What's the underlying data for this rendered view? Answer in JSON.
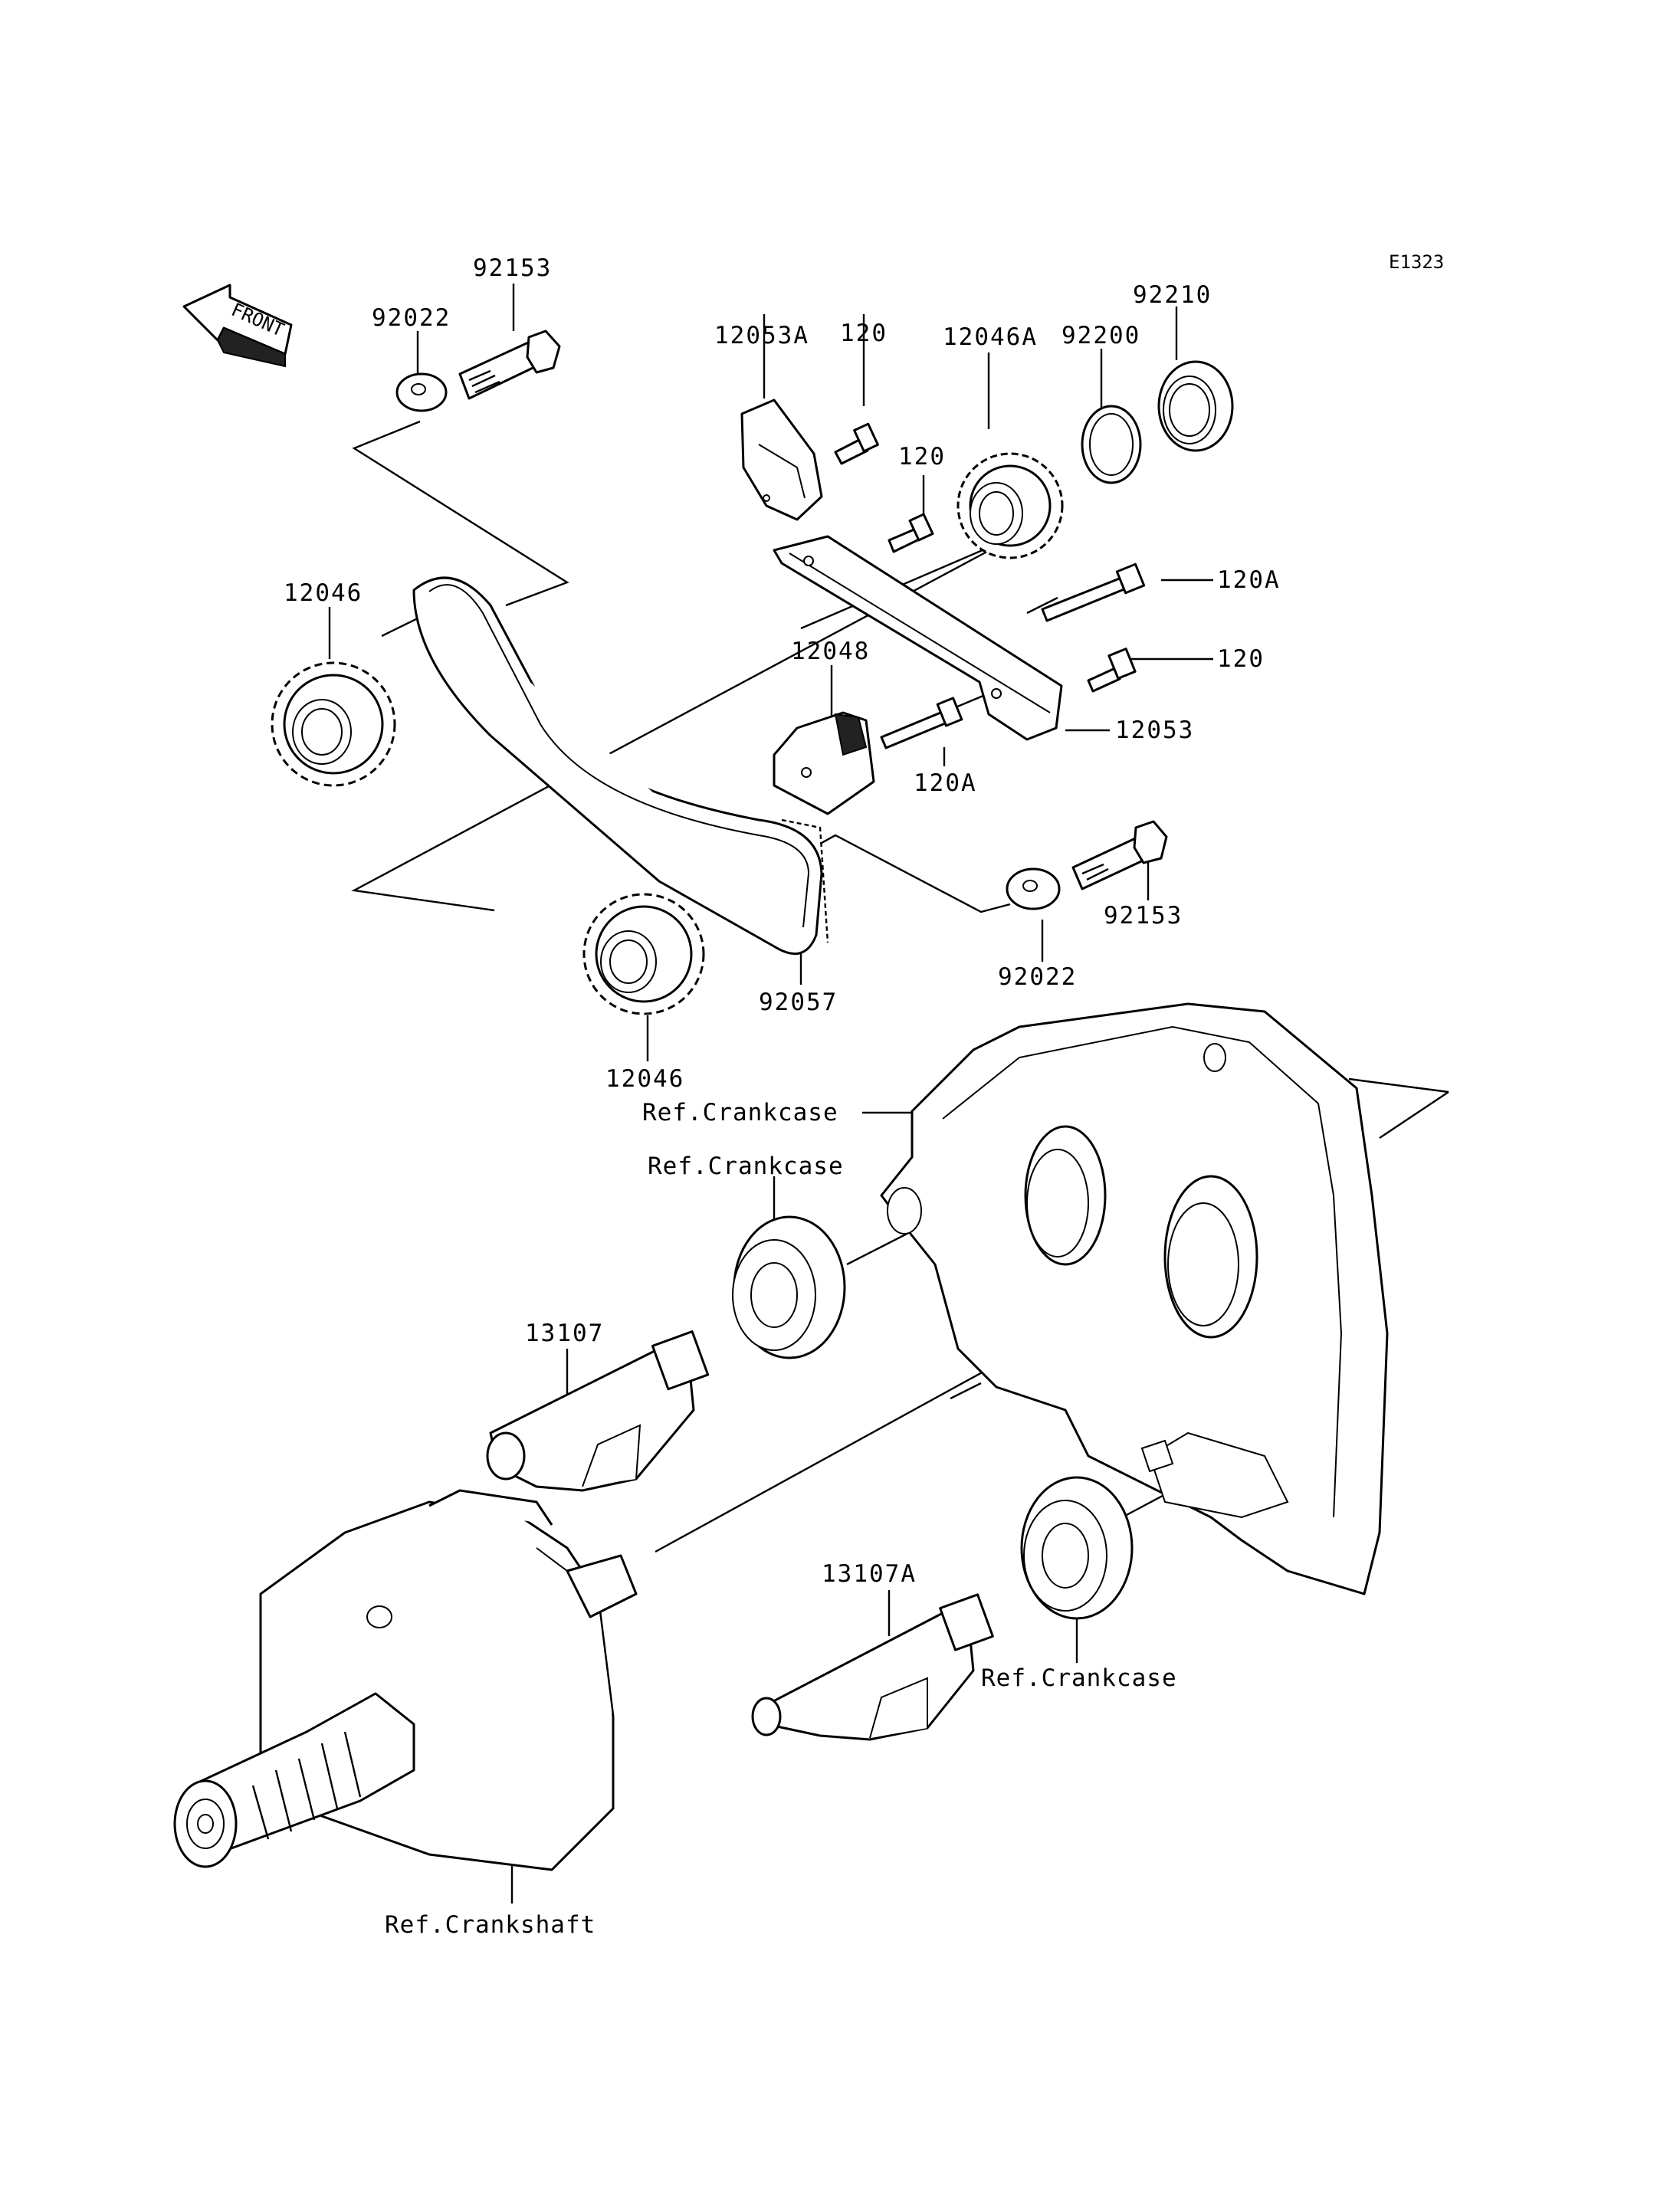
{
  "diagram_code": "E1323",
  "front_label": "FRONT",
  "parts": {
    "p92153_top": "92153",
    "p92022_top": "92022",
    "p12053A": "12053A",
    "p120_a": "120",
    "p12046A": "12046A",
    "p92200": "92200",
    "p92210": "92210",
    "p120_b": "120",
    "p120A_a": "120A",
    "p120_c": "120",
    "p12046_top": "12046",
    "p12048": "12048",
    "p12053": "12053",
    "p120A_b": "120A",
    "p92153_bottom": "92153",
    "p92022_bottom": "92022",
    "p92057": "92057",
    "p12046_bottom": "12046",
    "p13107": "13107",
    "p13107A": "13107A"
  },
  "refs": {
    "crankcase_1": "Ref.Crankcase",
    "crankcase_2": "Ref.Crankcase",
    "crankcase_3": "Ref.Crankcase",
    "crankshaft": "Ref.Crankshaft"
  }
}
